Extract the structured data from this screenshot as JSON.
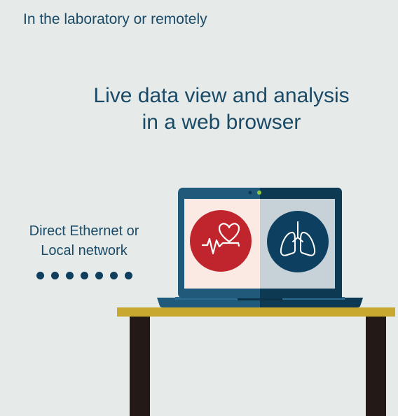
{
  "header": {
    "text": "In the laboratory or remotely"
  },
  "headline": {
    "line1": "Live data view and analysis",
    "line2": "in a web browser"
  },
  "connection": {
    "line1": "Direct Ethernet or",
    "line2": "Local network",
    "dot_count": 7
  },
  "illustration": {
    "left_icon": "heart-rate-icon",
    "right_icon": "lungs-icon"
  },
  "colors": {
    "background": "#e6ebea",
    "text": "#1a4a66",
    "laptop_frame": "#1f5a7a",
    "laptop_frame_dark": "#0d3a52",
    "screen_left": "#fbe9e3",
    "screen_right": "#c6d2d8",
    "heart_circle": "#c0242d",
    "lungs_circle": "#0d3f60",
    "camera_led": "#8cc63f",
    "table_top": "#c9a830",
    "table_legs": "#231a17"
  }
}
